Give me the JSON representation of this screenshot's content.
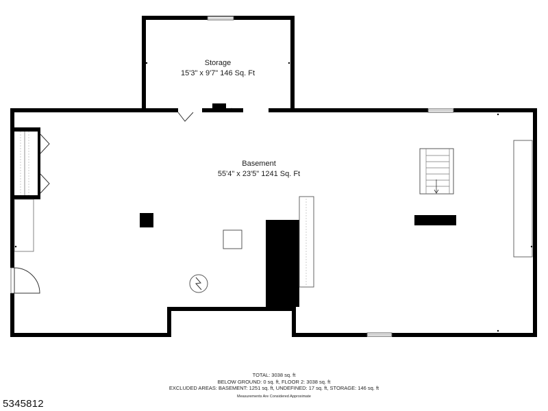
{
  "rooms": {
    "storage": {
      "name": "Storage",
      "dimensions": "15'3\" x 9'7\" 146 Sq. Ft"
    },
    "basement": {
      "name": "Basement",
      "dimensions": "55'4\" x 23'5\" 1241 Sq. Ft"
    }
  },
  "summary": {
    "total": "TOTAL: 3038 sq. ft",
    "below_ground": "BELOW GROUND: 0 sq. ft, FLOOR 2: 3038 sq. ft",
    "excluded": "EXCLUDED AREAS: BASEMENT: 1251 sq. ft, UNDEFINED: 17 sq. ft, STORAGE: 146 sq. ft",
    "disclaimer": "Measurements Are Considered Approximate"
  },
  "listing_id": "5345812",
  "colors": {
    "wall": "#000000",
    "fixture_stroke": "#666666",
    "background": "#ffffff"
  }
}
